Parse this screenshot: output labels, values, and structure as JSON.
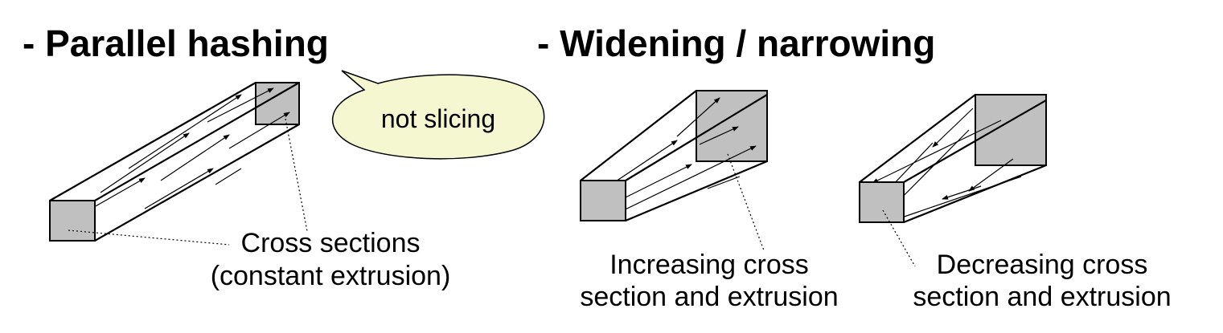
{
  "headings": {
    "parallel": "- Parallel hashing",
    "widening": "- Widening / narrowing"
  },
  "callout": {
    "text": "not slicing"
  },
  "labels": {
    "cross_sections_line1": "Cross sections",
    "cross_sections_line2": "(constant extrusion)",
    "increasing_line1": "Increasing cross",
    "increasing_line2": "section and extrusion",
    "decreasing_line1": "Decreasing cross",
    "decreasing_line2": "section and extrusion"
  },
  "colors": {
    "face_fill": "#c0c0c0",
    "callout_fill": "#f4f7cf",
    "stroke": "#000000"
  }
}
